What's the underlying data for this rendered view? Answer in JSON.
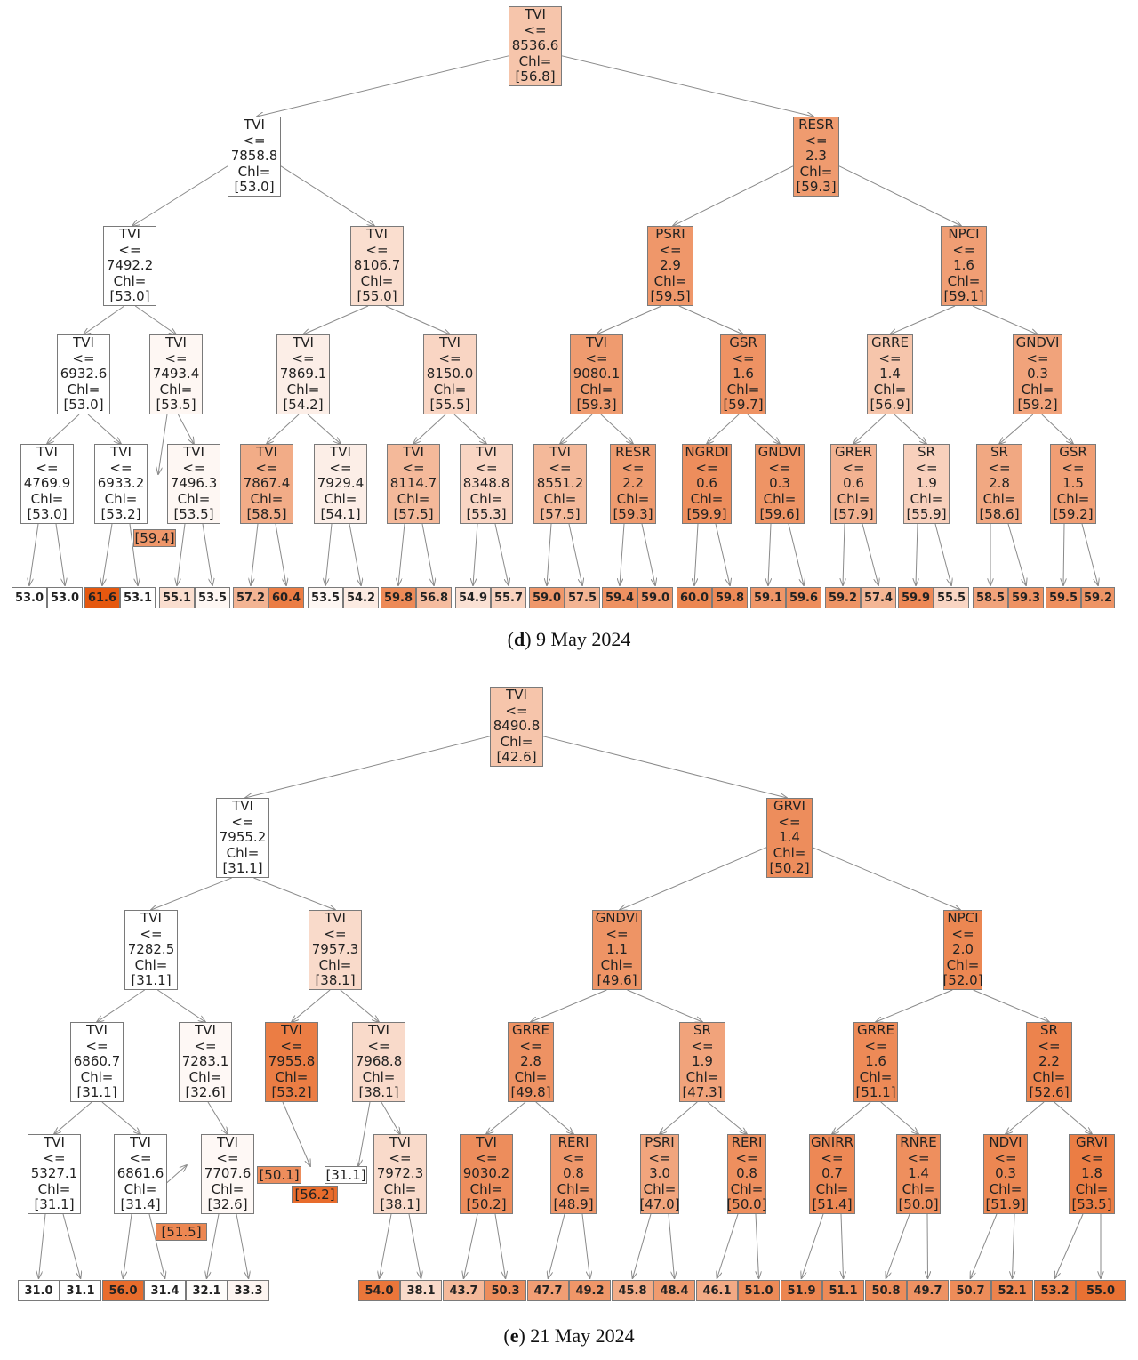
{
  "colors": {
    "light": "#ffffff",
    "dark": "#e5580f",
    "border": "#7a7a7a",
    "edge": "#8a8a8a"
  },
  "panels": [
    {
      "caption_letter": "d",
      "caption_text": "9 May 2024",
      "nodes": [
        {
          "feature": "TVI",
          "op": "<=",
          "threshold": "8536.6",
          "chl": "[56.8]",
          "shade": 0.35
        },
        {
          "feature": "TVI",
          "op": "<=",
          "threshold": "7858.8",
          "chl": "[53.0]",
          "shade": 0.0
        },
        {
          "feature": "RESR",
          "op": "<=",
          "threshold": "2.3",
          "chl": "[59.3]",
          "shade": 0.6
        },
        {
          "feature": "TVI",
          "op": "<=",
          "threshold": "7492.2",
          "chl": "[53.0]",
          "shade": 0.0
        },
        {
          "feature": "TVI",
          "op": "<=",
          "threshold": "8106.7",
          "chl": "[55.0]",
          "shade": 0.2
        },
        {
          "feature": "PSRI",
          "op": "<=",
          "threshold": "2.9",
          "chl": "[59.5]",
          "shade": 0.62
        },
        {
          "feature": "NPCI",
          "op": "<=",
          "threshold": "1.6",
          "chl": "[59.1]",
          "shade": 0.58
        },
        {
          "feature": "TVI",
          "op": "<=",
          "threshold": "6932.6",
          "chl": "[53.0]",
          "shade": 0.0
        },
        {
          "feature": "TVI",
          "op": "<=",
          "threshold": "7493.4",
          "chl": "[53.5]",
          "shade": 0.05
        },
        {
          "feature": "TVI",
          "op": "<=",
          "threshold": "7869.1",
          "chl": "[54.2]",
          "shade": 0.1
        },
        {
          "feature": "TVI",
          "op": "<=",
          "threshold": "8150.0",
          "chl": "[55.5]",
          "shade": 0.25
        },
        {
          "feature": "TVI",
          "op": "<=",
          "threshold": "9080.1",
          "chl": "[59.3]",
          "shade": 0.6
        },
        {
          "feature": "GSR",
          "op": "<=",
          "threshold": "1.6",
          "chl": "[59.7]",
          "shade": 0.65
        },
        {
          "feature": "GRRE",
          "op": "<=",
          "threshold": "1.4",
          "chl": "[56.9]",
          "shade": 0.35
        },
        {
          "feature": "GNDVI",
          "op": "<=",
          "threshold": "0.3",
          "chl": "[59.2]",
          "shade": 0.55
        },
        {
          "feature": "TVI",
          "op": "<=",
          "threshold": "4769.9",
          "chl": "[53.0]",
          "shade": 0.0
        },
        {
          "feature": "TVI",
          "op": "<=",
          "threshold": "6933.2",
          "chl": "[53.2]",
          "shade": 0.0
        },
        {
          "feature": "TVI",
          "op": "<=",
          "threshold": "7496.3",
          "chl": "[53.5]",
          "shade": 0.05
        },
        {
          "feature": "TVI",
          "op": "<=",
          "threshold": "7867.4",
          "chl": "[58.5]",
          "shade": 0.5
        },
        {
          "feature": "TVI",
          "op": "<=",
          "threshold": "7929.4",
          "chl": "[54.1]",
          "shade": 0.1
        },
        {
          "feature": "TVI",
          "op": "<=",
          "threshold": "8114.7",
          "chl": "[57.5]",
          "shade": 0.42
        },
        {
          "feature": "TVI",
          "op": "<=",
          "threshold": "8348.8",
          "chl": "[55.3]",
          "shade": 0.25
        },
        {
          "feature": "TVI",
          "op": "<=",
          "threshold": "8551.2",
          "chl": "[57.5]",
          "shade": 0.42
        },
        {
          "feature": "RESR",
          "op": "<=",
          "threshold": "2.2",
          "chl": "[59.3]",
          "shade": 0.6
        },
        {
          "feature": "NGRDI",
          "op": "<=",
          "threshold": "0.6",
          "chl": "[59.9]",
          "shade": 0.68
        },
        {
          "feature": "GNDVI",
          "op": "<=",
          "threshold": "0.3",
          "chl": "[59.6]",
          "shade": 0.64
        },
        {
          "feature": "GRER",
          "op": "<=",
          "threshold": "0.6",
          "chl": "[57.9]",
          "shade": 0.46
        },
        {
          "feature": "SR",
          "op": "<=",
          "threshold": "1.9",
          "chl": "[55.9]",
          "shade": 0.28
        },
        {
          "feature": "SR",
          "op": "<=",
          "threshold": "2.8",
          "chl": "[58.6]",
          "shade": 0.52
        },
        {
          "feature": "GSR",
          "op": "<=",
          "threshold": "1.5",
          "chl": "[59.2]",
          "shade": 0.58
        }
      ],
      "floating_leaves": [
        {
          "text": "[59.4]",
          "shade": 0.62
        }
      ],
      "leaves": [
        {
          "text": "53.0",
          "shade": 0.0
        },
        {
          "text": "53.0",
          "shade": 0.0
        },
        {
          "text": "61.6",
          "shade": 1.0
        },
        {
          "text": "53.1",
          "shade": 0.0
        },
        {
          "text": "55.1",
          "shade": 0.2
        },
        {
          "text": "53.5",
          "shade": 0.05
        },
        {
          "text": "57.2",
          "shade": 0.45
        },
        {
          "text": "60.4",
          "shade": 0.78
        },
        {
          "text": "53.5",
          "shade": 0.05
        },
        {
          "text": "54.2",
          "shade": 0.12
        },
        {
          "text": "59.8",
          "shade": 0.7
        },
        {
          "text": "56.8",
          "shade": 0.4
        },
        {
          "text": "54.9",
          "shade": 0.18
        },
        {
          "text": "55.7",
          "shade": 0.27
        },
        {
          "text": "59.0",
          "shade": 0.62
        },
        {
          "text": "57.5",
          "shade": 0.45
        },
        {
          "text": "59.4",
          "shade": 0.66
        },
        {
          "text": "59.0",
          "shade": 0.62
        },
        {
          "text": "60.0",
          "shade": 0.72
        },
        {
          "text": "59.8",
          "shade": 0.7
        },
        {
          "text": "59.1",
          "shade": 0.63
        },
        {
          "text": "59.6",
          "shade": 0.68
        },
        {
          "text": "59.2",
          "shade": 0.64
        },
        {
          "text": "57.4",
          "shade": 0.44
        },
        {
          "text": "59.9",
          "shade": 0.71
        },
        {
          "text": "55.5",
          "shade": 0.25
        },
        {
          "text": "58.5",
          "shade": 0.55
        },
        {
          "text": "59.3",
          "shade": 0.65
        },
        {
          "text": "59.5",
          "shade": 0.67
        },
        {
          "text": "59.2",
          "shade": 0.64
        }
      ]
    },
    {
      "caption_letter": "e",
      "caption_text": "21 May 2024",
      "nodes": [
        {
          "feature": "TVI",
          "op": "<=",
          "threshold": "8490.8",
          "chl": "[42.6]",
          "shade": 0.35
        },
        {
          "feature": "TVI",
          "op": "<=",
          "threshold": "7955.2",
          "chl": "[31.1]",
          "shade": 0.0
        },
        {
          "feature": "GRVI",
          "op": "<=",
          "threshold": "1.4",
          "chl": "[50.2]",
          "shade": 0.68
        },
        {
          "feature": "TVI",
          "op": "<=",
          "threshold": "7282.5",
          "chl": "[31.1]",
          "shade": 0.0
        },
        {
          "feature": "TVI",
          "op": "<=",
          "threshold": "7957.3",
          "chl": "[38.1]",
          "shade": 0.22
        },
        {
          "feature": "GNDVI",
          "op": "<=",
          "threshold": "1.1",
          "chl": "[49.6]",
          "shade": 0.64
        },
        {
          "feature": "NPCI",
          "op": "<=",
          "threshold": "2.0",
          "chl": "[52.0]",
          "shade": 0.72
        },
        {
          "feature": "TVI",
          "op": "<=",
          "threshold": "6860.7",
          "chl": "[31.1]",
          "shade": 0.0
        },
        {
          "feature": "TVI",
          "op": "<=",
          "threshold": "7283.1",
          "chl": "[32.6]",
          "shade": 0.04
        },
        {
          "feature": "TVI",
          "op": "<=",
          "threshold": "7955.8",
          "chl": "[53.2]",
          "shade": 0.78
        },
        {
          "feature": "TVI",
          "op": "<=",
          "threshold": "7968.8",
          "chl": "[38.1]",
          "shade": 0.22
        },
        {
          "feature": "GRRE",
          "op": "<=",
          "threshold": "2.8",
          "chl": "[49.8]",
          "shade": 0.65
        },
        {
          "feature": "SR",
          "op": "<=",
          "threshold": "1.9",
          "chl": "[47.3]",
          "shade": 0.55
        },
        {
          "feature": "GRRE",
          "op": "<=",
          "threshold": "1.6",
          "chl": "[51.1]",
          "shade": 0.7
        },
        {
          "feature": "SR",
          "op": "<=",
          "threshold": "2.2",
          "chl": "[52.6]",
          "shade": 0.74
        },
        {
          "feature": "TVI",
          "op": "<=",
          "threshold": "5327.1",
          "chl": "[31.1]",
          "shade": 0.0
        },
        {
          "feature": "TVI",
          "op": "<=",
          "threshold": "6861.6",
          "chl": "[31.4]",
          "shade": 0.0
        },
        {
          "feature": "TVI",
          "op": "<=",
          "threshold": "7707.6",
          "chl": "[32.6]",
          "shade": 0.04
        },
        {
          "feature": "TVI",
          "op": "<=",
          "threshold": "7972.3",
          "chl": "[38.1]",
          "shade": 0.22
        },
        {
          "feature": "TVI",
          "op": "<=",
          "threshold": "9030.2",
          "chl": "[50.2]",
          "shade": 0.68
        },
        {
          "feature": "RERI",
          "op": "<=",
          "threshold": "0.8",
          "chl": "[48.9]",
          "shade": 0.62
        },
        {
          "feature": "PSRI",
          "op": "<=",
          "threshold": "3.0",
          "chl": "[47.0]",
          "shade": 0.54
        },
        {
          "feature": "RERI",
          "op": "<=",
          "threshold": "0.8",
          "chl": "[50.0]",
          "shade": 0.67
        },
        {
          "feature": "GNIRR",
          "op": "<=",
          "threshold": "0.7",
          "chl": "[51.4]",
          "shade": 0.71
        },
        {
          "feature": "RNRE",
          "op": "<=",
          "threshold": "1.4",
          "chl": "[50.0]",
          "shade": 0.67
        },
        {
          "feature": "NDVI",
          "op": "<=",
          "threshold": "0.3",
          "chl": "[51.9]",
          "shade": 0.72
        },
        {
          "feature": "GRVI",
          "op": "<=",
          "threshold": "1.8",
          "chl": "[53.5]",
          "shade": 0.78
        }
      ],
      "floating_leaves": [
        {
          "text": "[51.5]",
          "shade": 0.72
        },
        {
          "text": "[50.1]",
          "shade": 0.68
        },
        {
          "text": "[56.2]",
          "shade": 0.88
        },
        {
          "text": "[31.1]",
          "shade": 0.0
        }
      ],
      "leaves": [
        {
          "text": "31.0",
          "shade": 0.0
        },
        {
          "text": "31.1",
          "shade": 0.0
        },
        {
          "text": "56.0",
          "shade": 0.88
        },
        {
          "text": "31.4",
          "shade": 0.0
        },
        {
          "text": "32.1",
          "shade": 0.02
        },
        {
          "text": "33.3",
          "shade": 0.06
        },
        {
          "text": "54.0",
          "shade": 0.82
        },
        {
          "text": "38.1",
          "shade": 0.22
        },
        {
          "text": "43.7",
          "shade": 0.42
        },
        {
          "text": "50.3",
          "shade": 0.68
        },
        {
          "text": "47.7",
          "shade": 0.58
        },
        {
          "text": "49.2",
          "shade": 0.63
        },
        {
          "text": "45.8",
          "shade": 0.5
        },
        {
          "text": "48.4",
          "shade": 0.6
        },
        {
          "text": "46.1",
          "shade": 0.51
        },
        {
          "text": "51.0",
          "shade": 0.7
        },
        {
          "text": "51.9",
          "shade": 0.73
        },
        {
          "text": "51.1",
          "shade": 0.7
        },
        {
          "text": "50.8",
          "shade": 0.69
        },
        {
          "text": "49.7",
          "shade": 0.65
        },
        {
          "text": "50.7",
          "shade": 0.69
        },
        {
          "text": "52.1",
          "shade": 0.74
        },
        {
          "text": "53.2",
          "shade": 0.78
        },
        {
          "text": "55.0",
          "shade": 0.85
        }
      ]
    }
  ]
}
